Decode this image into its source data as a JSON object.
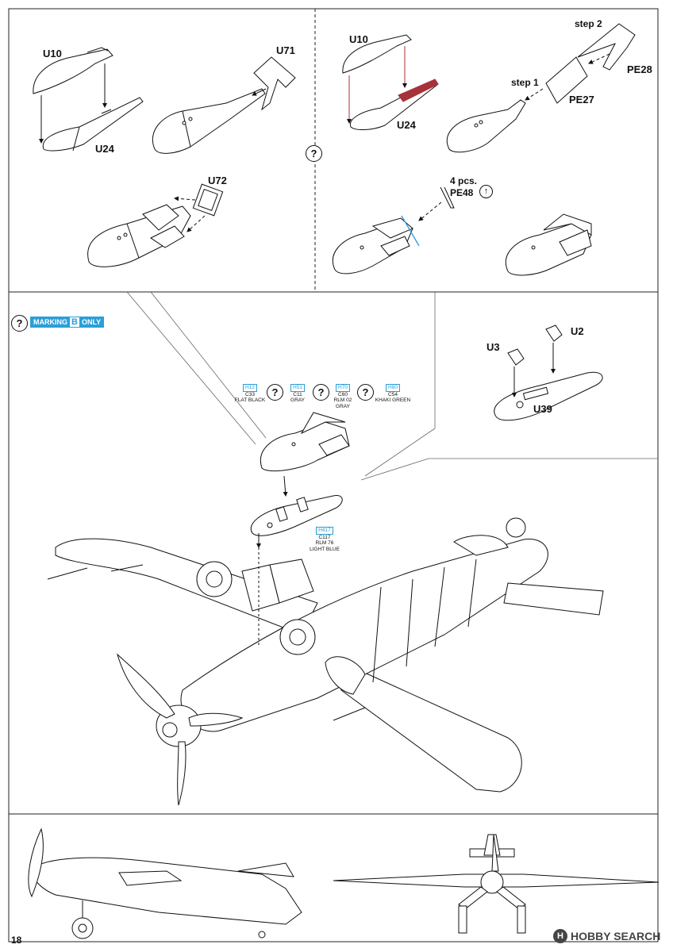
{
  "page_number": "18",
  "parts": {
    "u10_a": "U10",
    "u24_a": "U24",
    "u71": "U71",
    "u72": "U72",
    "u10_b": "U10",
    "u24_b": "U24",
    "step1": "step 1",
    "step2": "step 2",
    "pe27": "PE27",
    "pe28": "PE28",
    "pe48_qty": "4 pcs.",
    "pe48": "PE48",
    "u3": "U3",
    "u2": "U2",
    "u39": "U39"
  },
  "option_mark": "?",
  "marking": {
    "prefix": "MARKING",
    "letter": "B",
    "suffix": "ONLY"
  },
  "paints": [
    {
      "code": "H12",
      "c": "C33",
      "name": "FLAT BLACK"
    },
    {
      "code": "H51",
      "c": "C11",
      "name": "GRAY"
    },
    {
      "code": "H70",
      "c": "C60",
      "name": "RLM 02 GRAY"
    },
    {
      "code": "H80",
      "c": "C54",
      "name": "KHAKI GREEN"
    },
    {
      "code": "H417",
      "c": "C117",
      "name": "RLM 76 LIGHT BLUE"
    }
  ],
  "watermark": {
    "brand": "HOBBY SEARCH",
    "icon": "hobby-search-logo-icon"
  },
  "colors": {
    "accent": "#2a9fd8",
    "highlight": "#a8323a",
    "line": "#111111"
  }
}
